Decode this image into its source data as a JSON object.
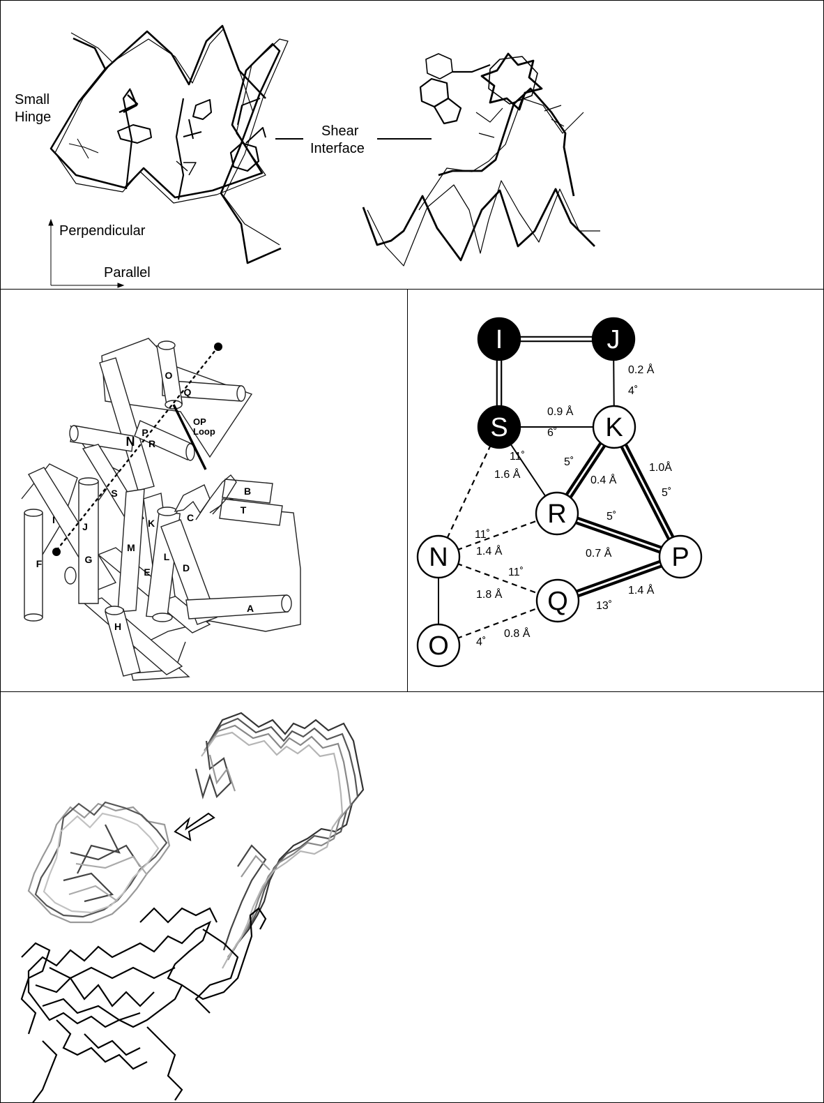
{
  "top_panel": {
    "small_hinge": [
      "Small",
      "Hinge"
    ],
    "shear_interface": [
      "Shear",
      "Interface"
    ],
    "axis_perpendicular": "Perpendicular",
    "axis_parallel": "Parallel"
  },
  "helix_panel": {
    "helix_labels": [
      "O",
      "Q",
      "N",
      "P",
      "R",
      "S",
      "K",
      "C",
      "B",
      "T",
      "I",
      "J",
      "G",
      "M",
      "E",
      "L",
      "D",
      "F",
      "H",
      "A"
    ],
    "loop_label": [
      "OP",
      "Loop"
    ]
  },
  "network_panel": {
    "nodes": [
      {
        "id": "I",
        "filled": true
      },
      {
        "id": "J",
        "filled": true
      },
      {
        "id": "S",
        "filled": true
      },
      {
        "id": "K",
        "filled": false
      },
      {
        "id": "R",
        "filled": false
      },
      {
        "id": "N",
        "filled": false
      },
      {
        "id": "P",
        "filled": false
      },
      {
        "id": "Q",
        "filled": false
      },
      {
        "id": "O",
        "filled": false
      }
    ],
    "edges": [
      {
        "from": "I",
        "to": "J",
        "style": "double"
      },
      {
        "from": "I",
        "to": "S",
        "style": "double"
      },
      {
        "from": "J",
        "to": "K",
        "style": "single",
        "dist": "0.2 Å",
        "angle": "4˚"
      },
      {
        "from": "S",
        "to": "K",
        "style": "single",
        "dist": "0.9 Å",
        "angle": "6˚"
      },
      {
        "from": "S",
        "to": "R",
        "style": "single",
        "dist": "1.6 Å",
        "angle": "11˚"
      },
      {
        "from": "K",
        "to": "R",
        "style": "double-heavy",
        "dist": "0.4 Å",
        "angle": "5˚"
      },
      {
        "from": "K",
        "to": "P",
        "style": "double-heavy",
        "dist": "1.0Å",
        "angle": "5˚"
      },
      {
        "from": "R",
        "to": "P",
        "style": "double-heavy",
        "dist": "0.7 Å",
        "angle": "5˚"
      },
      {
        "from": "Q",
        "to": "P",
        "style": "double-heavy",
        "dist": "1.4 Å",
        "angle": "13˚"
      },
      {
        "from": "S",
        "to": "N",
        "style": "dashed"
      },
      {
        "from": "N",
        "to": "R",
        "style": "dashed",
        "dist": "1.4 Å",
        "angle": "11˚"
      },
      {
        "from": "N",
        "to": "Q",
        "style": "dashed",
        "dist": "1.8 Å",
        "angle": "11˚"
      },
      {
        "from": "O",
        "to": "Q",
        "style": "dashed",
        "dist": "0.8 Å",
        "angle": "4˚"
      },
      {
        "from": "N",
        "to": "O",
        "style": "single"
      }
    ]
  },
  "colors": {
    "ink": "#000000",
    "paper": "#ffffff",
    "grey_trace": "#777777",
    "light_trace": "#b5b5b5"
  }
}
